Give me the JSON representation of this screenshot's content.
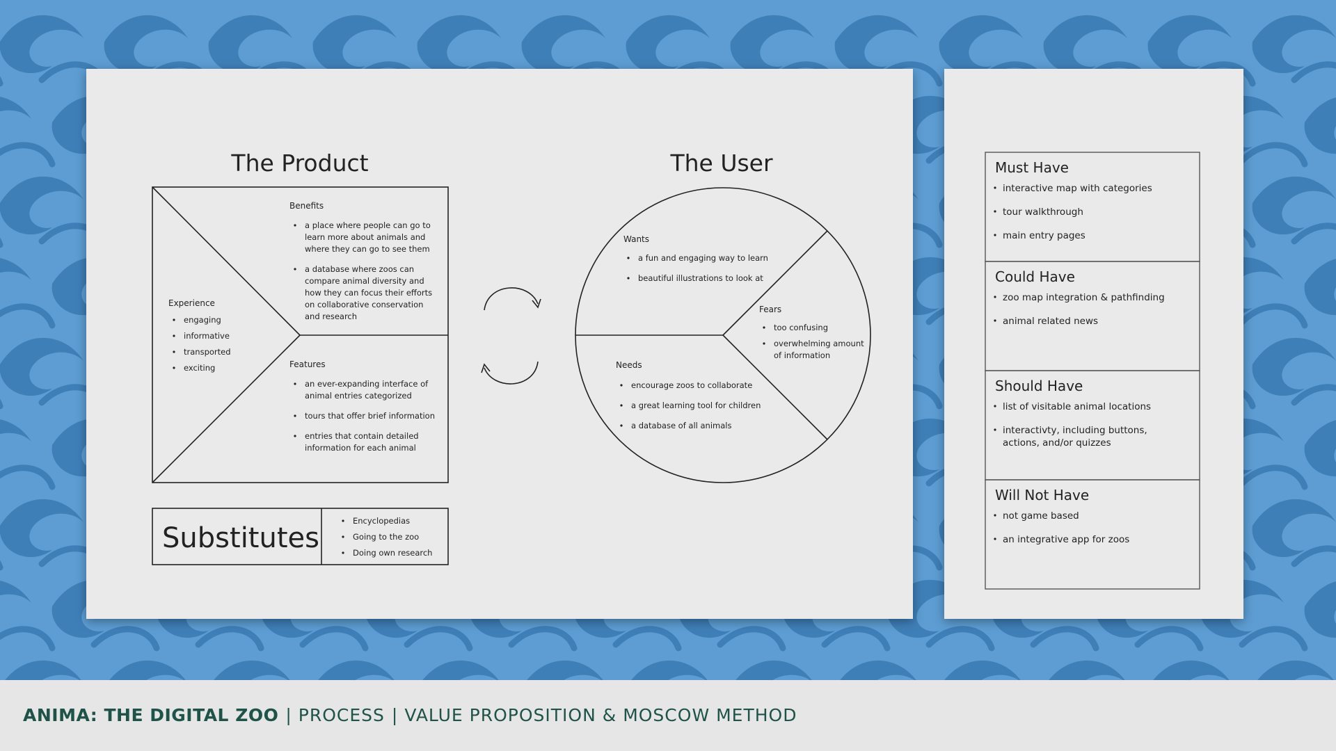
{
  "product": {
    "title": "The Product",
    "benefits": {
      "heading": "Benefits",
      "items": [
        [
          "a place where people can go to",
          "learn more about animals and",
          "where they can go to see them"
        ],
        [
          "a database where zoos can",
          "compare animal diversity and",
          "how they can focus their efforts",
          "on collaborative conservation",
          "and research"
        ]
      ]
    },
    "experience": {
      "heading": "Experience",
      "items": [
        "engaging",
        "informative",
        "transported",
        "exciting"
      ]
    },
    "features": {
      "heading": "Features",
      "items": [
        [
          "an ever-expanding interface of",
          "animal entries categorized"
        ],
        [
          "tours that offer brief information"
        ],
        [
          "entries that contain detailed",
          "information for each animal"
        ]
      ]
    }
  },
  "substitutes": {
    "title": "Substitutes",
    "items": [
      "Encyclopedias",
      "Going to the zoo",
      "Doing own research"
    ]
  },
  "user": {
    "title": "The User",
    "wants": {
      "heading": "Wants",
      "items": [
        [
          "a fun and engaging way to learn"
        ],
        [
          "beautiful illustrations to look at"
        ]
      ]
    },
    "fears": {
      "heading": "Fears",
      "items": [
        [
          "too confusing"
        ],
        [
          "overwhelming amount",
          "of information"
        ]
      ]
    },
    "needs": {
      "heading": "Needs",
      "items": [
        [
          "encourage zoos to collaborate"
        ],
        [
          "a great learning tool for children"
        ],
        [
          "a database of all animals"
        ]
      ]
    }
  },
  "moscow": [
    {
      "heading": "Must Have",
      "items": [
        [
          "interactive map with categories"
        ],
        [
          "tour walkthrough"
        ],
        [
          "main entry pages"
        ]
      ]
    },
    {
      "heading": "Could Have",
      "items": [
        [
          "zoo map integration & pathfinding"
        ],
        [
          "animal related news"
        ]
      ]
    },
    {
      "heading": "Should Have",
      "items": [
        [
          "list of visitable animal locations"
        ],
        [
          "interactivty, including buttons,",
          "actions, and/or quizzes"
        ]
      ]
    },
    {
      "heading": "Will Not Have",
      "items": [
        [
          "not game based"
        ],
        [
          "an integrative app for zoos"
        ]
      ]
    }
  ],
  "footer": {
    "brand": "ANIMA: THE DIGITAL ZOO",
    "separator": "|",
    "section": "PROCESS",
    "topic": "VALUE PROPOSITION & MOSCOW METHOD"
  },
  "colors": {
    "background": "#5d9dd3",
    "wave": "#3f7fb8",
    "paper": "#e9eae9",
    "footer_text": "#1f5248"
  }
}
